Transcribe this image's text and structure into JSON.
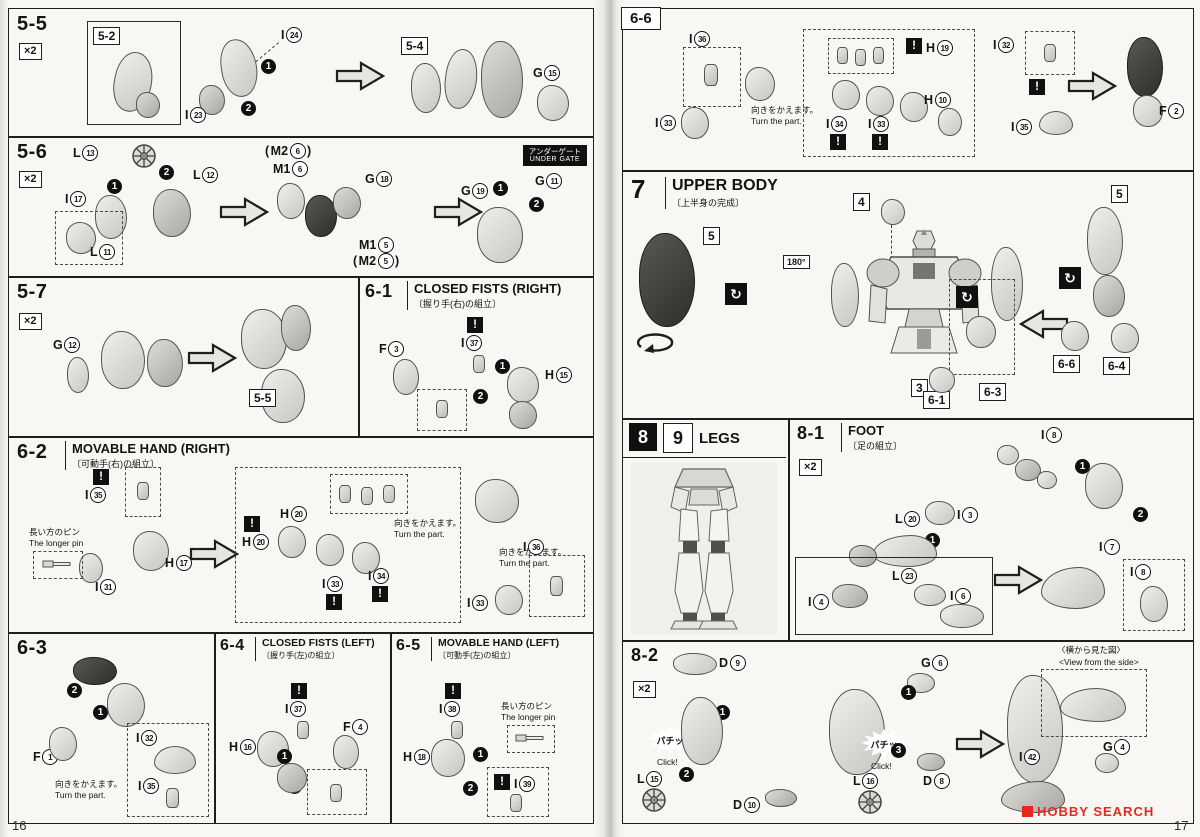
{
  "page": {
    "left_number": "16",
    "right_number": "17",
    "watermark": "HOBBY SEARCH"
  },
  "glyphs": {
    "excl": "!",
    "paren_open": "(",
    "paren_close": ")",
    "rotate": "↻"
  },
  "order": {
    "n1": "1",
    "n2": "2",
    "n3": "3"
  },
  "badges": {
    "undergate_jp": "アンダーゲート",
    "undergate_en": "UNDER GATE"
  },
  "notes": {
    "turn_jp": "向きをかえます。",
    "turn_en": "Turn the part.",
    "longpin_jp": "長い方のピン",
    "longpin_en": "The longer pin",
    "click_jp": "パチッ",
    "click_en": "Click!",
    "sideview_jp": "〈横から見た図〉",
    "sideview_en": "<View from the side>"
  },
  "panels": {
    "s55": {
      "step": "5-5",
      "qty": "×2",
      "box_a": "5-2",
      "box_b": "5-4",
      "parts": {
        "i24": "I|24",
        "i23": "I|23",
        "g15": "G|15"
      }
    },
    "s56": {
      "step": "5-6",
      "qty": "×2",
      "parts": {
        "l13": "L|13",
        "l12": "L|12",
        "l11": "L|11",
        "i17": "I|17",
        "m26": "M2|6",
        "m16": "M1|6",
        "g18": "G|18",
        "m15": "M1|5",
        "m25": "M2|5",
        "g19": "G|19",
        "g11": "G|11"
      }
    },
    "s57": {
      "step": "5-7",
      "qty": "×2",
      "box_a": "5-5",
      "parts": {
        "g12": "G|12"
      }
    },
    "s61": {
      "step": "6-1",
      "title": "CLOSED FISTS (RIGHT)",
      "subtitle": "〔握り手(右)の組立〕",
      "parts": {
        "f3": "F|3",
        "i37": "I|37",
        "h15": "H|15"
      }
    },
    "s62": {
      "step": "6-2",
      "title": "MOVABLE HAND (RIGHT)",
      "subtitle": "〔可動手(右)の組立〕",
      "parts": {
        "i35": "I|35",
        "i31": "I|31",
        "h17": "H|17",
        "h20": "H|20",
        "h20b": "H|20",
        "i33": "I|33",
        "i34": "I|34",
        "i36": "I|36",
        "i33b": "I|33"
      }
    },
    "s63": {
      "step": "6-3",
      "parts": {
        "f1": "F|1",
        "i32": "I|32",
        "i35": "I|35"
      }
    },
    "s64": {
      "step": "6-4",
      "title": "CLOSED FISTS (LEFT)",
      "subtitle": "〔握り手(左)の組立〕",
      "parts": {
        "h16": "H|16",
        "i37": "I|37",
        "f4": "F|4"
      }
    },
    "s65": {
      "step": "6-5",
      "title": "MOVABLE HAND (LEFT)",
      "subtitle": "〔可動手(左)の組立〕",
      "parts": {
        "i38": "I|38",
        "h18": "H|18",
        "i39": "I|39"
      }
    },
    "s66": {
      "step": "6-6",
      "parts": {
        "i36": "I|36",
        "i33": "I|33",
        "h19": "H|19",
        "i34": "I|34",
        "i33b": "I|33",
        "h10": "H|10",
        "i32": "I|32",
        "i35": "I|35",
        "f2": "F|2"
      }
    },
    "s7": {
      "step": "7",
      "title": "UPPER BODY",
      "subtitle": "〔上半身の完成〕",
      "deg": "180°",
      "refs": {
        "r4": "4",
        "r5a": "5",
        "r5b": "5",
        "r3": "3",
        "r61": "6-1",
        "r63": "6-3",
        "r66": "6-6",
        "r64": "6-4"
      }
    },
    "s89": {
      "num8": "8",
      "num9": "9",
      "title": "LEGS"
    },
    "s81": {
      "step": "8-1",
      "title": "FOOT",
      "subtitle": "〔足の組立〕",
      "qty": "×2",
      "parts": {
        "i8a": "I|8",
        "l20": "L|20",
        "i3": "I|3",
        "i7": "I|7",
        "l23": "L|23",
        "i4": "I|4",
        "i6": "I|6",
        "i8b": "I|8"
      }
    },
    "s82": {
      "step": "8-2",
      "qty": "×2",
      "parts": {
        "d9": "D|9",
        "g6": "G|6",
        "l15": "L|15",
        "d10": "D|10",
        "l16": "L|16",
        "d8": "D|8",
        "i42": "I|42",
        "g4": "G|4"
      }
    }
  }
}
